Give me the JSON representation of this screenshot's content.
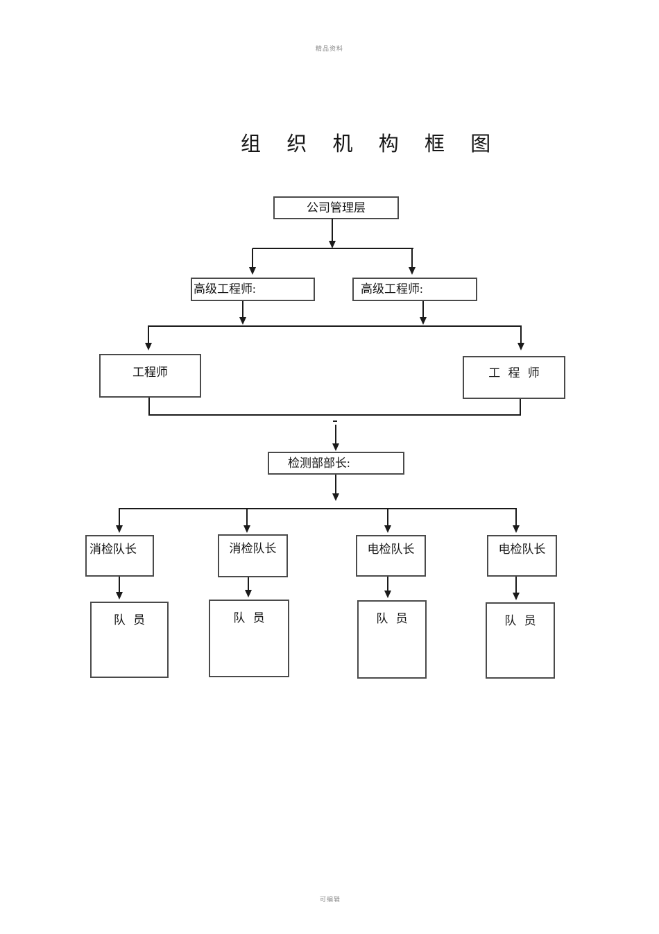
{
  "document": {
    "header_note": "精品资料",
    "footer_note": "可编辑",
    "title": "组 织 机 构 框 图"
  },
  "org_chart": {
    "type": "org-tree",
    "nodes": {
      "management": "公司管理层",
      "senior_engineer_left": "高级工程师:",
      "senior_engineer_right": "高级工程师:",
      "engineer_left": "工程师",
      "engineer_right": "工 程 师",
      "dept_head": "检测部部长:",
      "leader_1": "消检队长",
      "leader_2": "消检队长",
      "leader_3": "电检队长",
      "leader_4": "电检队长",
      "member_1": "队 员",
      "member_2": "队 员",
      "member_3": "队 员",
      "member_4": "队 员"
    },
    "edges": [
      "management -> senior_engineer_left",
      "management -> senior_engineer_right",
      "senior_engineer_left -> engineer_left",
      "senior_engineer_right -> engineer_right",
      "engineer_left -> dept_head",
      "engineer_right -> dept_head",
      "dept_head -> leader_1",
      "dept_head -> leader_2",
      "dept_head -> leader_3",
      "dept_head -> leader_4",
      "leader_1 -> member_1",
      "leader_2 -> member_2",
      "leader_3 -> member_3",
      "leader_4 -> member_4"
    ]
  },
  "colors": {
    "background": "#ffffff",
    "box_border": "#4a4a4a",
    "connector": "#1a1a1a",
    "text": "#141414",
    "note_text": "#8a8a8a"
  }
}
